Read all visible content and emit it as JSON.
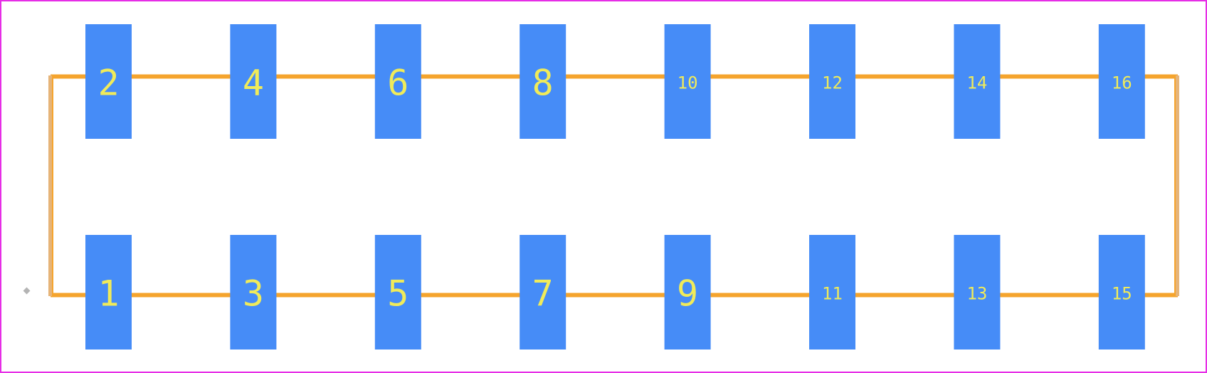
{
  "colors": {
    "board_outline": "#e62ee6",
    "pad_fill": "#468cf7",
    "pad_label": "#f0eb5a",
    "silkscreen": "#f5a42d",
    "courtyard_edge": "#e6b478",
    "origin_marker": "#b4b4b4",
    "background": "#ffffff"
  },
  "pads": {
    "top_row": [
      "2",
      "4",
      "6",
      "8",
      "10",
      "12",
      "14",
      "16"
    ],
    "bottom_row": [
      "1",
      "3",
      "5",
      "7",
      "9",
      "11",
      "13",
      "15"
    ]
  }
}
